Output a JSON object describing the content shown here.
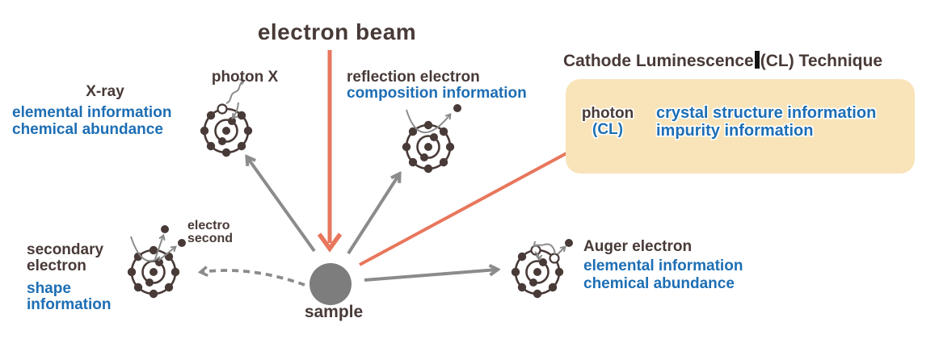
{
  "title": "electron beam",
  "sample": {
    "label": "sample"
  },
  "cl_panel": {
    "heading_left": "Cathode Luminescence",
    "heading_right": "(CL) Technique",
    "photon_label": "photon",
    "cl_label": "(CL)",
    "info_line1": "crystal structure information",
    "info_line2": "impurity information"
  },
  "emissions": {
    "photon_x": {
      "name": "photon X"
    },
    "xray": {
      "name": "X-ray",
      "info_line1": "elemental information",
      "info_line2": "chemical abundance"
    },
    "reflection": {
      "name": "reflection electron",
      "info_line1": "composition information"
    },
    "secondary": {
      "name_line1": "secondary",
      "name_line2": "electron",
      "info_line1": "shape",
      "info_line2": "information",
      "ejected_line1": "electro",
      "ejected_line2": "second"
    },
    "auger": {
      "name": "Auger electron",
      "info_line1": "elemental information",
      "info_line2": "chemical abundance"
    }
  },
  "icons": {
    "atom": "bohr-atom-icon",
    "beam": "electron-beam-arrow",
    "cl_arrow": "cathodoluminescence-arrow",
    "emission_arrow": "emission-arrow",
    "secondary_dashed_arrow": "dashed-return-arrow",
    "photon_wave": "wavy-photon-arrow",
    "sample": "sample-dot"
  },
  "colors": {
    "accent_salmon": "#e8765c",
    "info_blue": "#1d6eb4",
    "dark_text": "#483a37",
    "panel_tan": "#f9e4ba",
    "arrow_gray": "#8b8b8b",
    "sample_gray": "#7d7d7d"
  }
}
